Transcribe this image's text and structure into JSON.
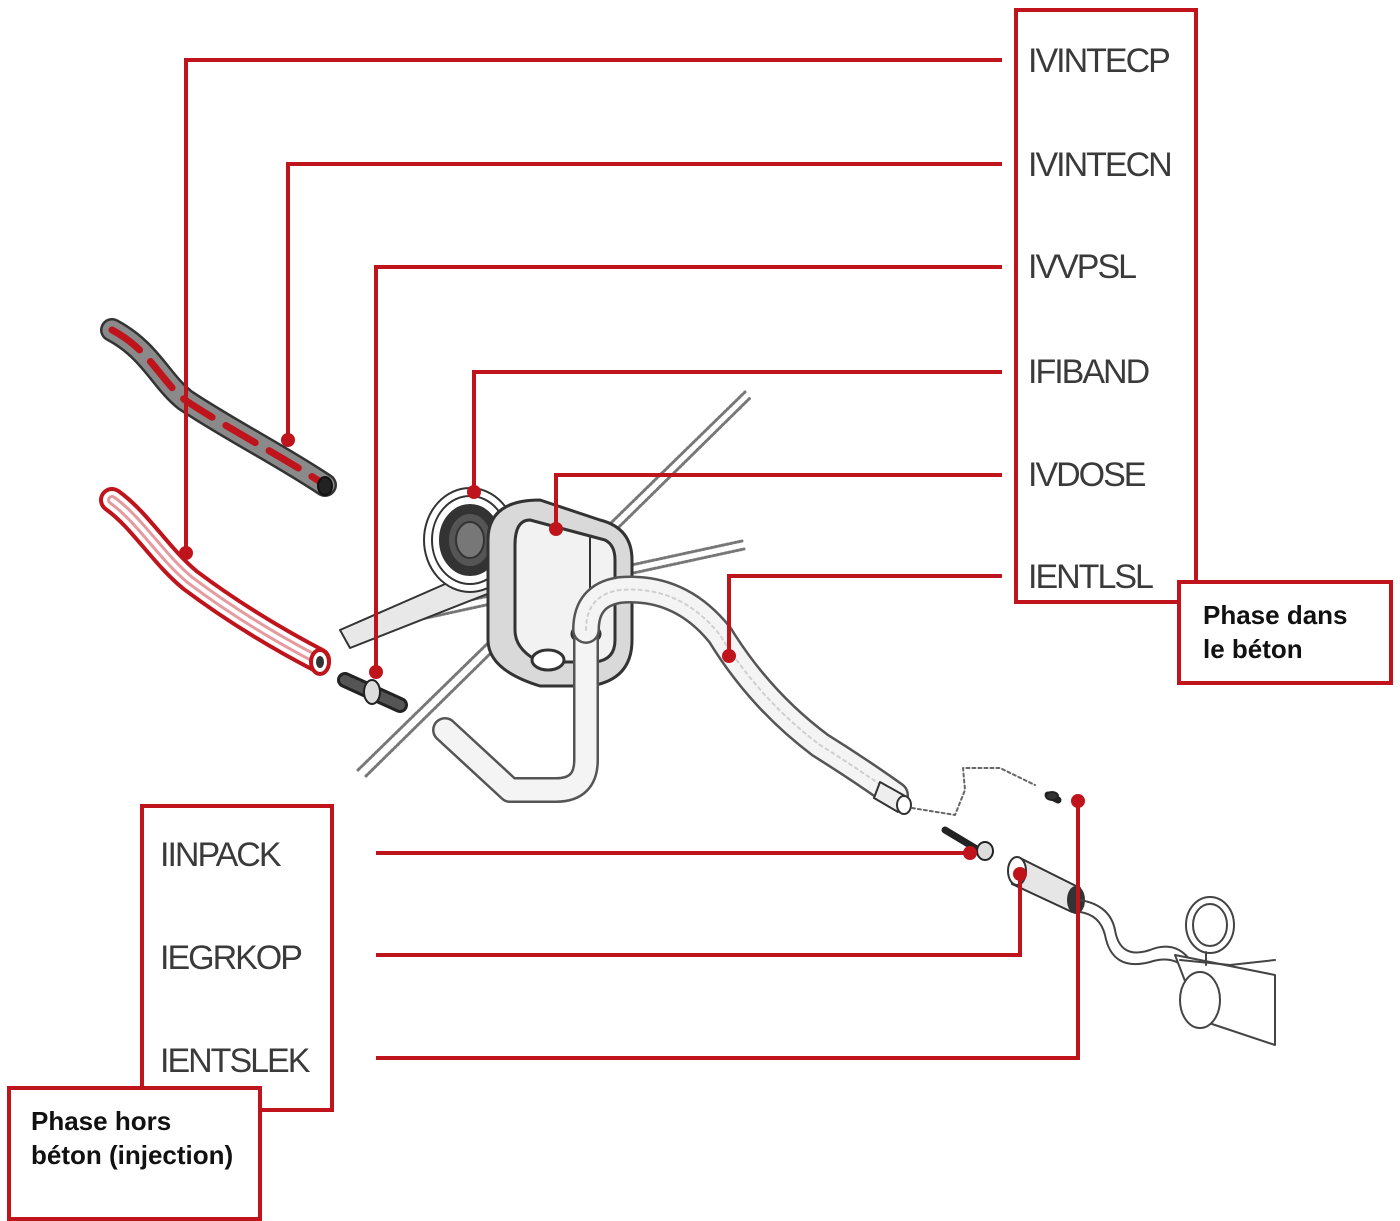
{
  "colors": {
    "accent": "#c0141c",
    "label_text": "#3a3a3a",
    "drawing": "#555555"
  },
  "groups": {
    "in_concrete": {
      "phase_text": "Phase dans le béton",
      "items": [
        "IVINTECP",
        "IVINTECN",
        "IVVPSL",
        "IFIBAND",
        "IVDOSE",
        "IENTLSL"
      ]
    },
    "out_concrete": {
      "phase_text": "Phase hors béton (injection)",
      "items": [
        "IINPACK",
        "IEGRKOP",
        "IENTSLEK"
      ]
    }
  }
}
